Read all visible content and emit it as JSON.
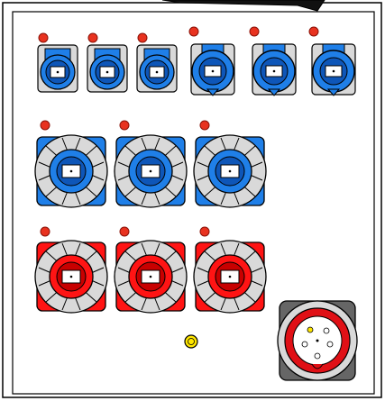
{
  "colors": {
    "outline": "#000000",
    "panel_fill": "#ffffff",
    "blue": "#1f7fe8",
    "blue_dark": "#0e56b8",
    "red": "#ff1414",
    "red_dark": "#c80000",
    "grey": "#d9d9d9",
    "grey_dark": "#777777",
    "indicator_light": "#e8321f",
    "indicator_outline": "#8a1208",
    "yellow_button": "#ffe600",
    "plug_red": "#e01016",
    "plug_flange": "#666666"
  },
  "panel": {
    "blue_schuko_sockets_flat": 3,
    "blue_schuko_sockets_round": 3,
    "blue_cee_sockets": 3,
    "red_cee_sockets": 3,
    "inlet_plug": "red-cee-inlet",
    "reset_button": "yellow-button"
  }
}
